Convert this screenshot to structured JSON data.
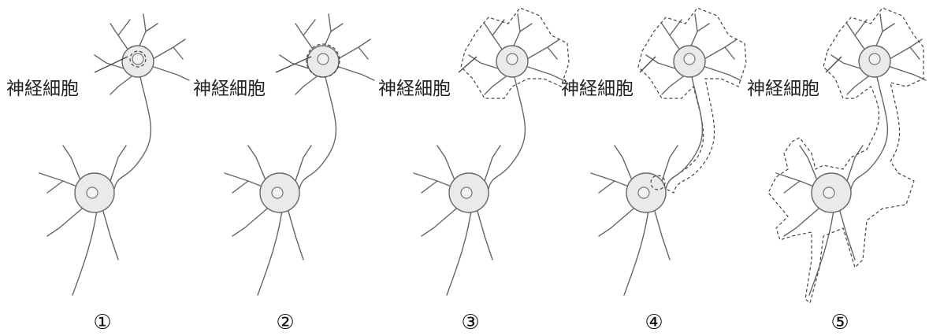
{
  "panels": [
    {
      "number": "①",
      "label": "神経細胞",
      "highlight": "nucleus"
    },
    {
      "number": "②",
      "label": "神経細胞",
      "highlight": "soma"
    },
    {
      "number": "③",
      "label": "神経細胞",
      "highlight": "upper-neuron"
    },
    {
      "number": "④",
      "label": "神経細胞",
      "highlight": "neuron-and-axon"
    },
    {
      "number": "⑤",
      "label": "神経細胞",
      "highlight": "both-neurons"
    }
  ],
  "colors": {
    "cell_fill": "#eaeaea",
    "outline": "#666666",
    "dashed_outline": "#444444"
  }
}
